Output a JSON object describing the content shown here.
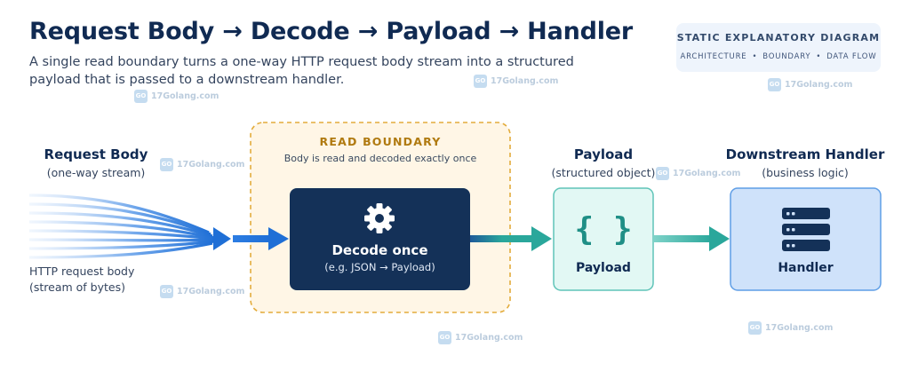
{
  "header": {
    "title": "Request Body → Decode → Payload → Handler",
    "subtitle": "A single read boundary turns a one-way HTTP request body stream into a structured payload that is passed to a downstream handler."
  },
  "tag": {
    "title": "STATIC EXPLANATORY DIAGRAM",
    "items": [
      "ARCHITECTURE",
      "BOUNDARY",
      "DATA FLOW"
    ]
  },
  "request_body": {
    "title": "Request Body",
    "subtitle": "(one-way stream)",
    "note_line1": "HTTP request body",
    "note_line2": "(stream of bytes)"
  },
  "boundary": {
    "title": "READ BOUNDARY",
    "subtitle": "Body is read and decoded exactly once"
  },
  "decode": {
    "title": "Decode once",
    "subtitle": "(e.g. JSON → Payload)",
    "icon": "gear-icon"
  },
  "payload": {
    "title": "Payload",
    "subtitle": "(structured object)",
    "box_label": "Payload",
    "icon": "braces-icon"
  },
  "handler": {
    "title": "Downstream Handler",
    "subtitle": "(business logic)",
    "box_label": "Handler",
    "icon": "server-icon"
  },
  "watermark": {
    "text": "17Golang.com",
    "logo": "GO"
  },
  "colors": {
    "navy": "#102a52",
    "stream_blue": "#1f6fd6",
    "teal": "#2aa79b",
    "boundary_orange": "#e3ac3c",
    "boundary_fill": "#fff6e6",
    "payload_fill": "#e2f8f4",
    "handler_fill": "#cfe2fa"
  }
}
